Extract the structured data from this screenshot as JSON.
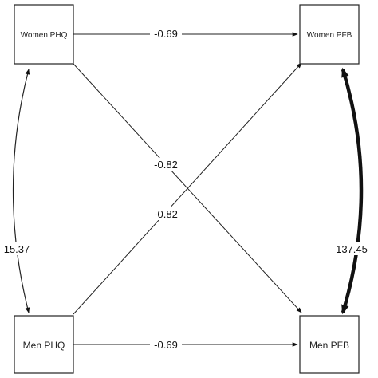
{
  "nodes": {
    "women_phq": "Women PHQ",
    "women_pfb": "Women PFB",
    "men_phq": "Men PHQ",
    "men_pfb": "Men PFB"
  },
  "paths": {
    "women_phq_to_women_pfb": "-0.69",
    "men_phq_to_men_pfb": "-0.69",
    "women_phq_to_men_pfb": "-0.82",
    "men_phq_to_women_pfb": "-0.82",
    "phq_covariance": "15.37",
    "pfb_covariance": "137.45"
  }
}
